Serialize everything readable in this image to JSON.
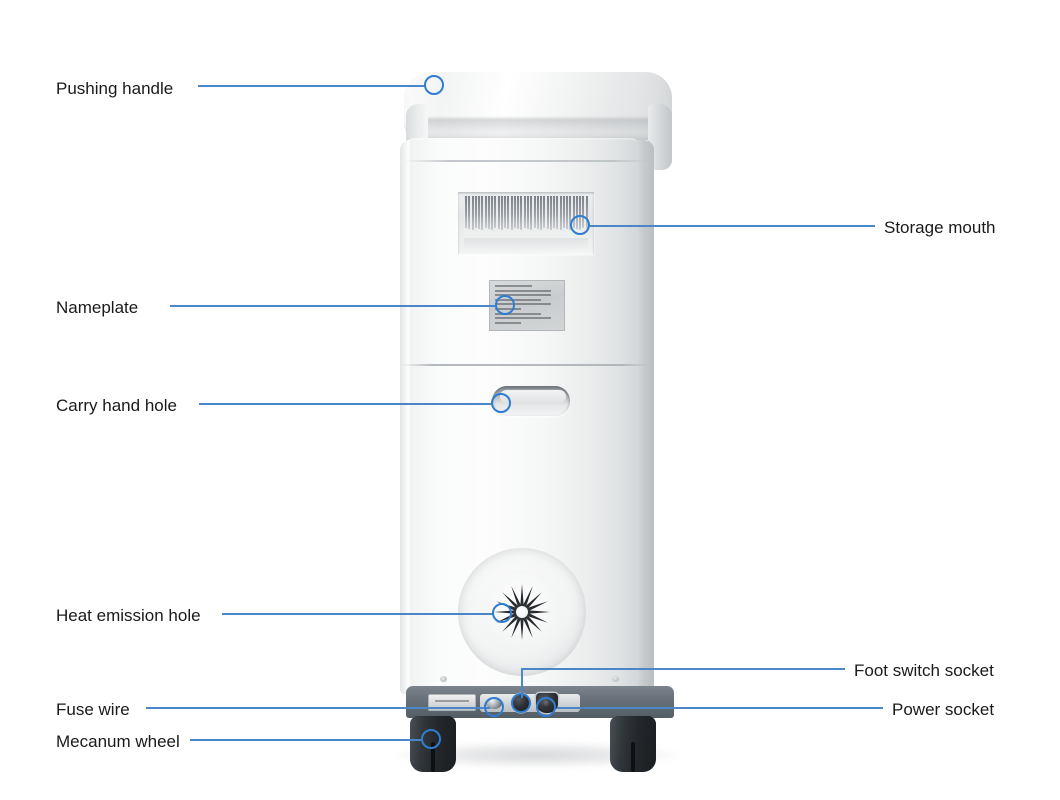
{
  "diagram": {
    "title": "Device rear view callout diagram",
    "line_color": "#4a86c8",
    "marker_color": "#2f7dd1",
    "text_color": "#1a1a1a",
    "background": "#ffffff"
  },
  "callouts": {
    "pushing_handle": "Pushing handle",
    "storage_mouth": "Storage mouth",
    "nameplate": "Nameplate",
    "carry_hand_hole": "Carry hand hole",
    "heat_emission_hole": "Heat emission hole",
    "foot_switch_socket": "Foot switch socket",
    "fuse_wire": "Fuse wire",
    "power_socket": "Power socket",
    "mecanum_wheel": "Mecanum wheel"
  },
  "device": {
    "description": "White vertical trolley-style medical cabinet, rear view",
    "parts": {
      "handle_cap": "rounded top push handle",
      "storage_grille": "louvered storage mouth vent",
      "nameplate_label": "printed specification nameplate",
      "hand_hole": "pill shaped carry recess",
      "fan_vent": "radial heat emission vent",
      "base_plinth": "dark grey base panel",
      "wheels": "two black mecanum casters"
    }
  }
}
